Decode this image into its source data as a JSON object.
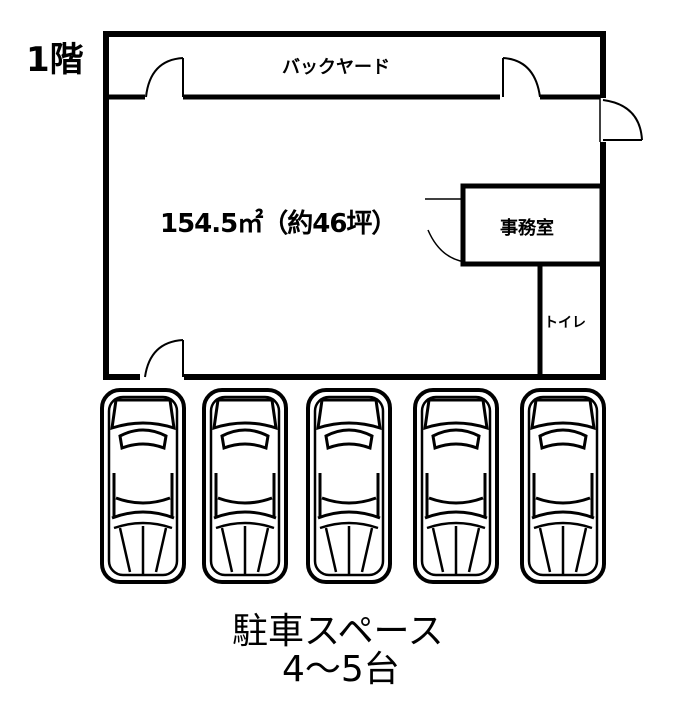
{
  "floor_label": "1階",
  "rooms": {
    "backyard": "バックヤード",
    "main_area": "154.5㎡（約46坪）",
    "office": "事務室",
    "toilet": "トイレ"
  },
  "parking": {
    "title": "駐車スペース",
    "capacity": "4～5台",
    "car_count": 5
  }
}
